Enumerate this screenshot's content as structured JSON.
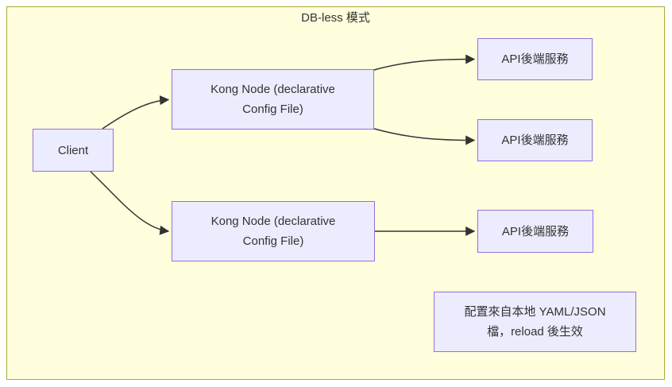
{
  "diagram": {
    "type": "flowchart",
    "title": "DB-less 模式",
    "nodes": {
      "client": {
        "label": "Client"
      },
      "kong1": {
        "lines": [
          "Kong Node (declarative",
          "Config File)"
        ]
      },
      "kong2": {
        "lines": [
          "Kong Node (declarative",
          "Config File)"
        ]
      },
      "api1": {
        "label": "API後端服務"
      },
      "api2": {
        "label": "API後端服務"
      },
      "api3": {
        "label": "API後端服務"
      },
      "note": {
        "lines": [
          "配置來自本地 YAML/JSON",
          "檔，reload 後生效"
        ]
      }
    },
    "edges": [
      {
        "from": "client",
        "to": "kong1"
      },
      {
        "from": "client",
        "to": "kong2"
      },
      {
        "from": "kong1",
        "to": "api1"
      },
      {
        "from": "kong1",
        "to": "api2"
      },
      {
        "from": "kong2",
        "to": "api3"
      }
    ],
    "colors": {
      "cluster_fill": "#ffffde",
      "cluster_border": "#aaaa33",
      "node_fill": "#ececff",
      "node_border": "#9370db",
      "edge": "#333333",
      "text": "#333333"
    }
  }
}
